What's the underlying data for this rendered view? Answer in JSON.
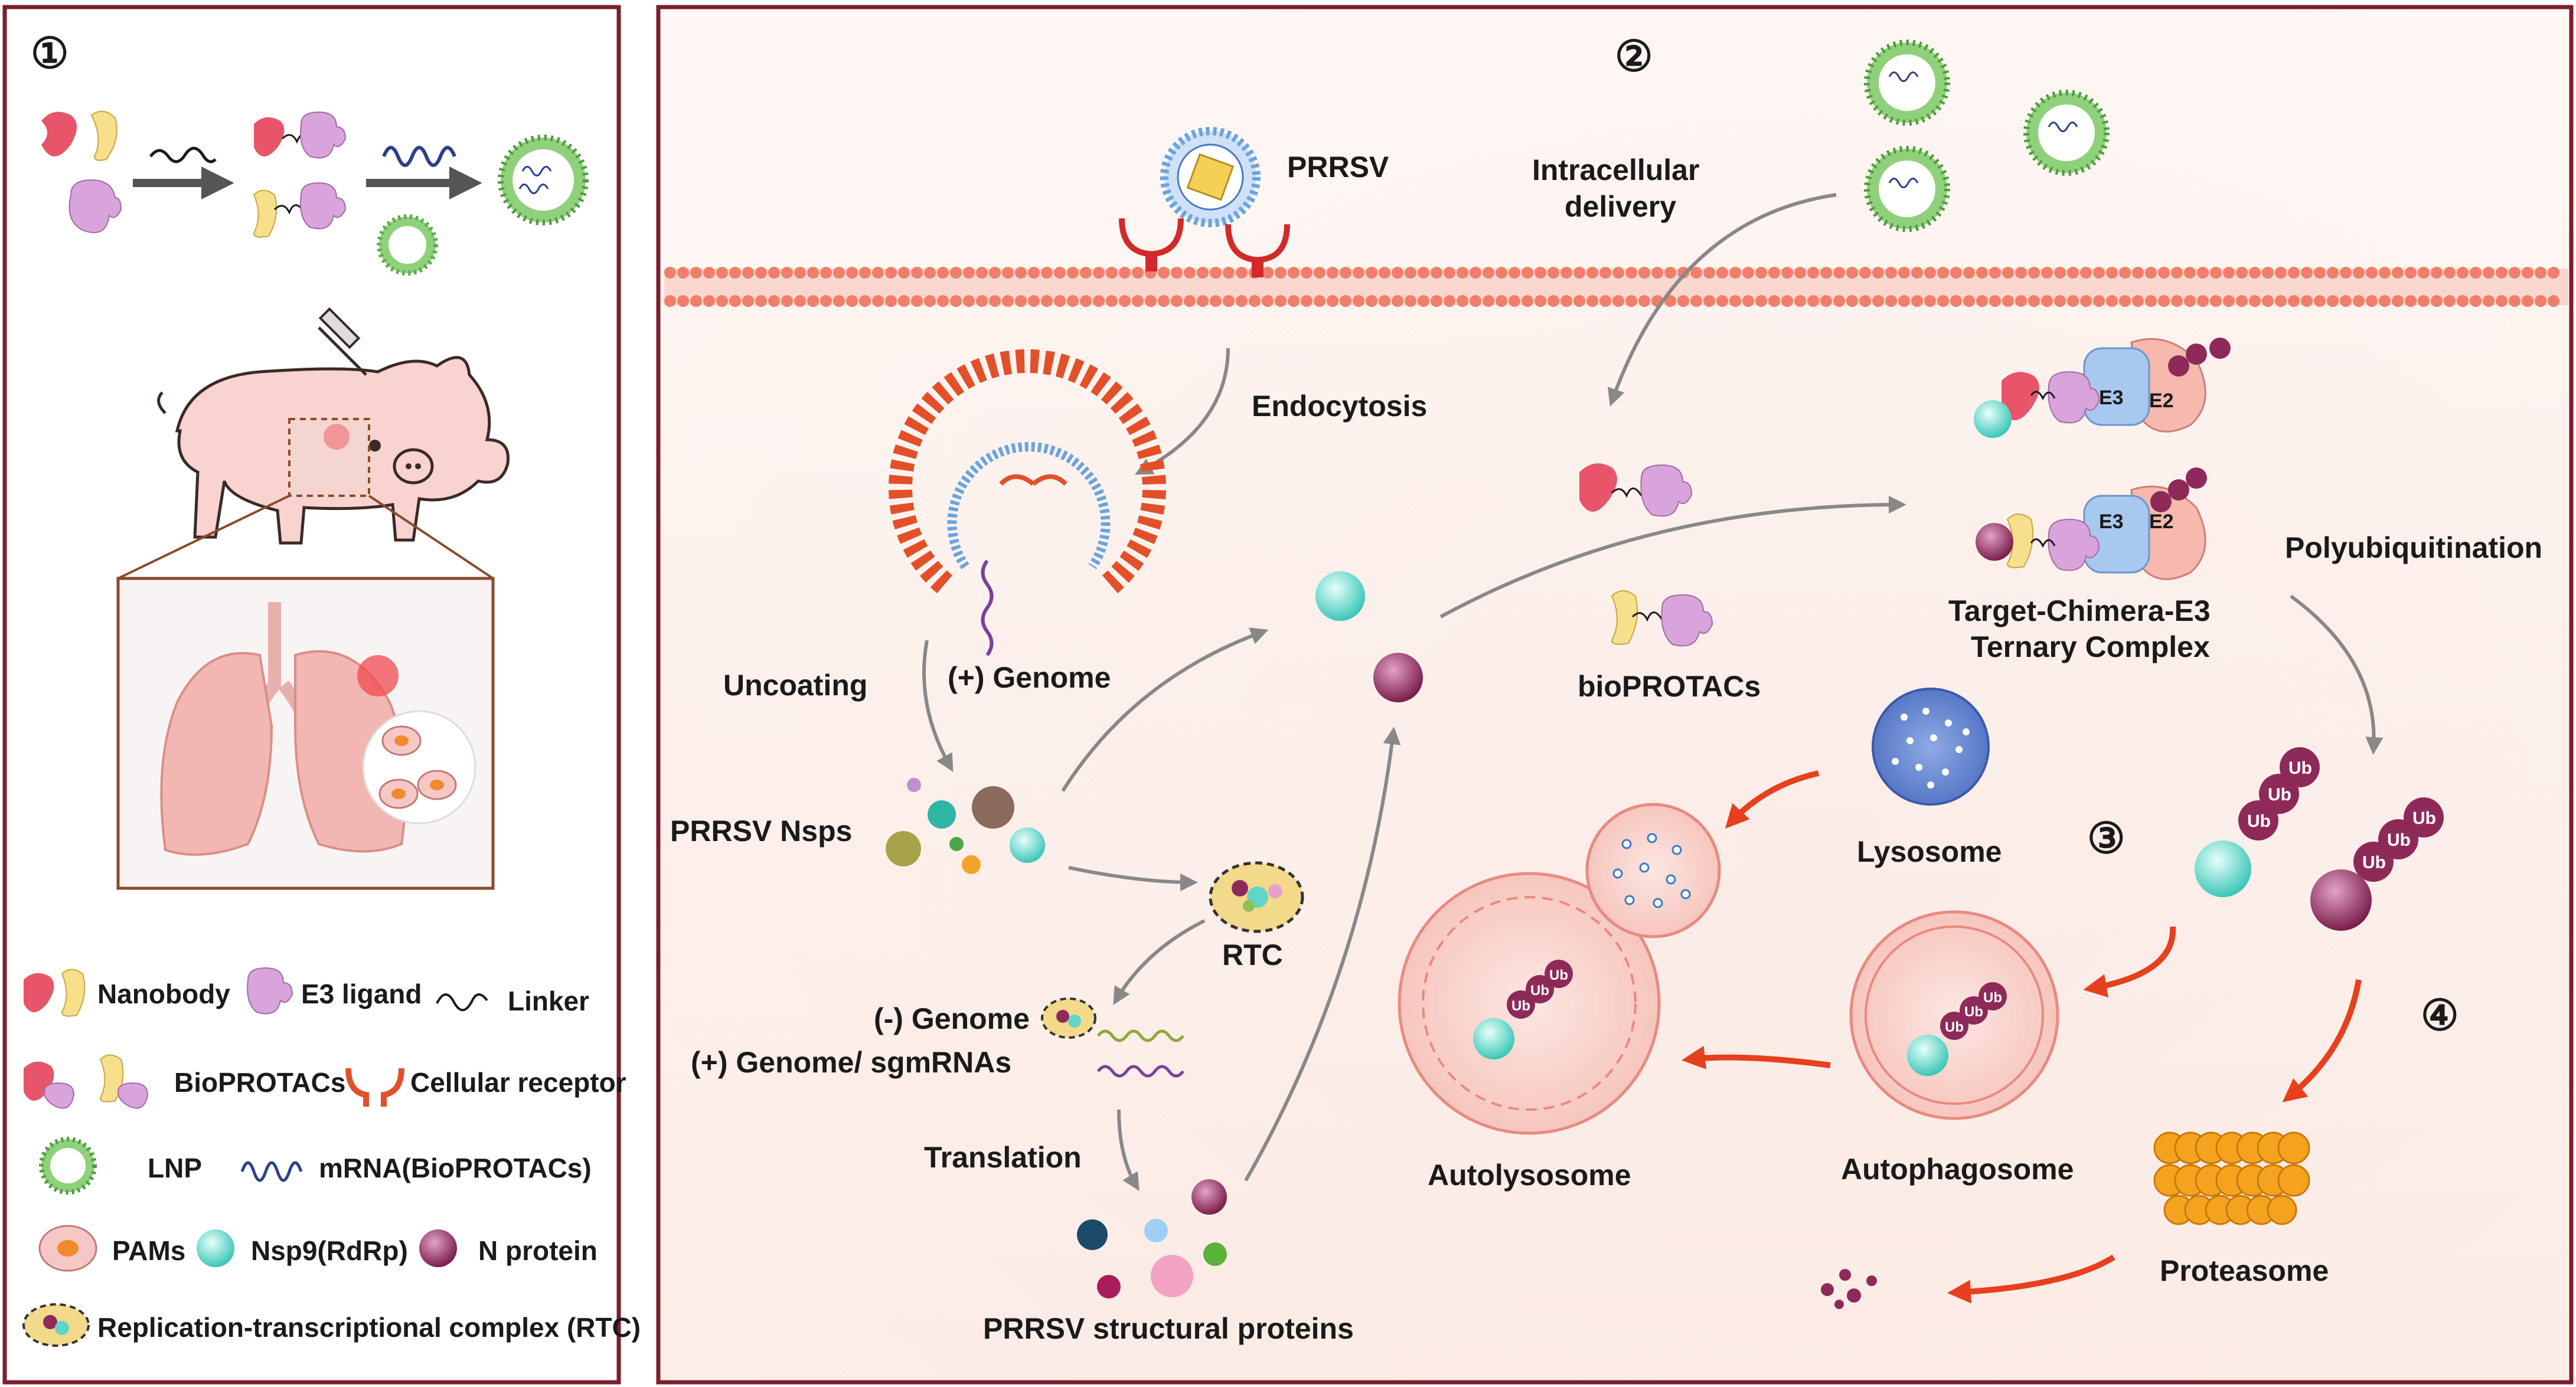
{
  "panel1": {
    "number": "①",
    "legend": {
      "nanobody": "Nanobody",
      "e3_ligand": "E3 ligand",
      "linker": "Linker",
      "bioprotacs": "BioPROTACs",
      "cellular_receptor": "Cellular receptor",
      "lnp": "LNP",
      "mrna": "mRNA(BioPROTACs)",
      "pams": "PAMs",
      "nsp9": "Nsp9(RdRp)",
      "n_protein": "N protein",
      "rtc": "Replication-transcriptional complex (RTC)"
    }
  },
  "panel2": {
    "number": "②",
    "prrsv": "PRRSV",
    "intracellular_delivery_1": "Intracellular",
    "intracellular_delivery_2": "delivery",
    "endocytosis": "Endocytosis",
    "uncoating": "Uncoating",
    "plus_genome": "(+) Genome",
    "prrsv_nsps": "PRRSV Nsps",
    "rtc": "RTC",
    "minus_genome": "(-) Genome",
    "plus_genome_sgmrnas": "(+) Genome/ sgmRNAs",
    "translation": "Translation",
    "structural_proteins": "PRRSV structural proteins",
    "bioprotacs": "bioPROTACs",
    "ternary_1": "Target-Chimera-E3",
    "ternary_2": "Ternary Complex",
    "polyubiquitination": "Polyubiquitination",
    "lysosome": "Lysosome",
    "autolysosome": "Autolysosome",
    "autophagosome": "Autophagosome",
    "proteasome": "Proteasome",
    "num3": "③",
    "num4": "④",
    "e3": "E3",
    "e2": "E2",
    "ub": "Ub"
  },
  "colors": {
    "frame": "#7a1f2b",
    "nanobody": "#e8556a",
    "nanobody2": "#f7e08c",
    "e3_ligand": "#d9a3dc",
    "nsp9": "#5fd6c9",
    "n_protein": "#8e2a5a",
    "receptor": "#e2502a",
    "membrane": "#f07f6a",
    "arrow": "#888888",
    "red_arrow": "#e6401e"
  }
}
